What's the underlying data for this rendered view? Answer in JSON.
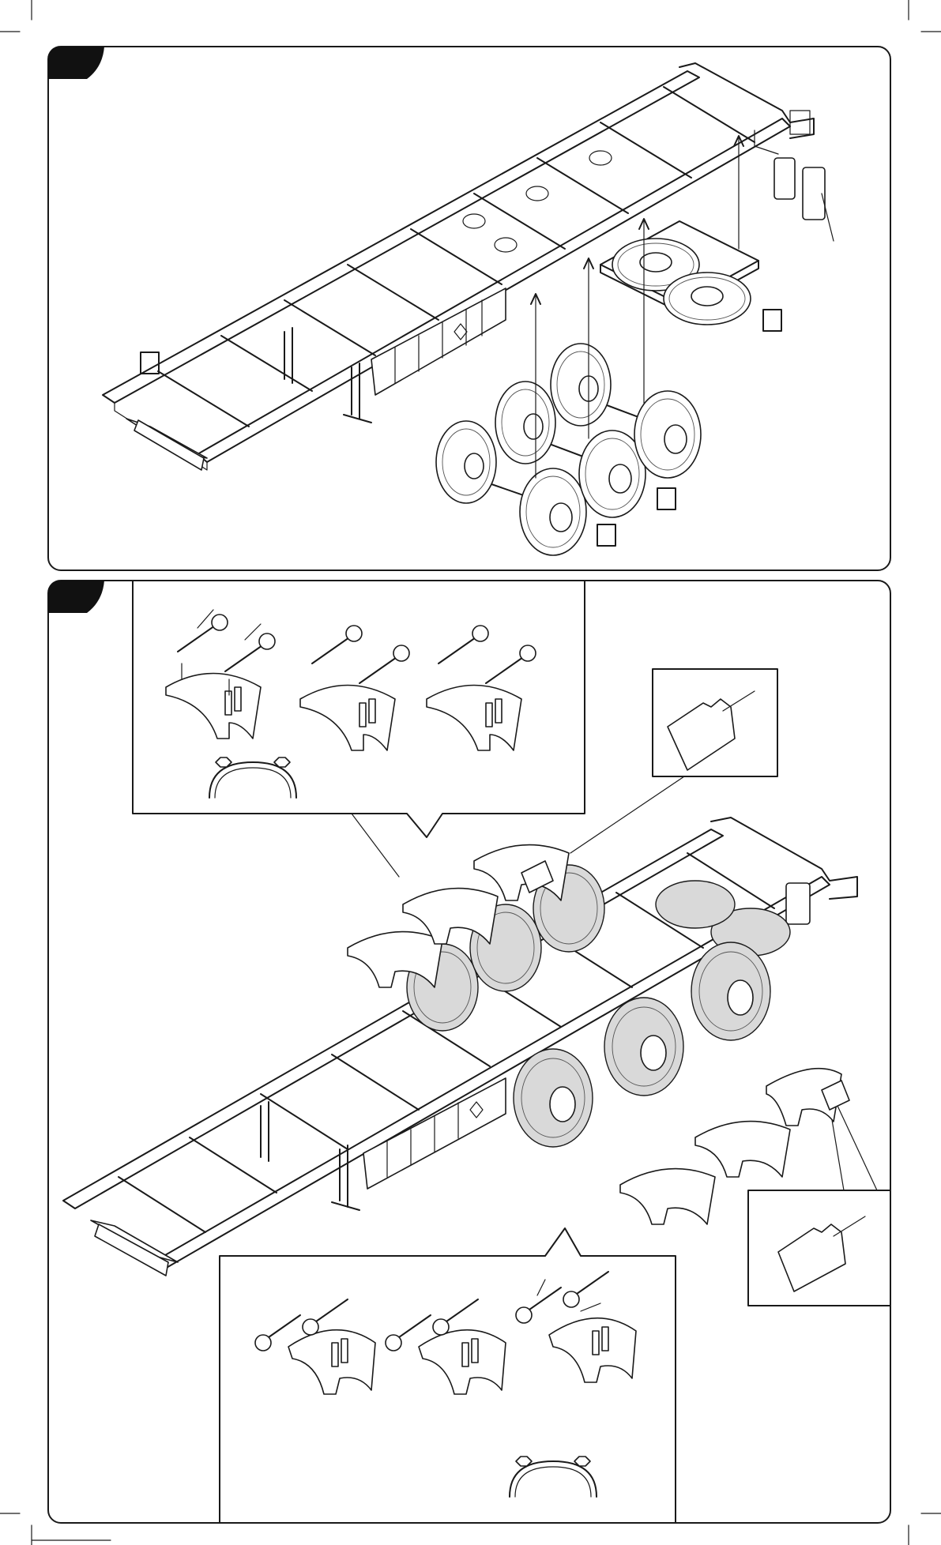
{
  "page": {
    "background": "#ffffff",
    "line_color": "#1a1a1a"
  },
  "steps": [
    {
      "step_tab_text": "",
      "callouts": [
        "",
        "",
        "",
        ""
      ]
    },
    {
      "step_tab_text": "",
      "insets": [
        "fender-assembly-top",
        "mudflap-top-right",
        "mudflap-bottom-right",
        "fender-assembly-bottom"
      ]
    }
  ]
}
